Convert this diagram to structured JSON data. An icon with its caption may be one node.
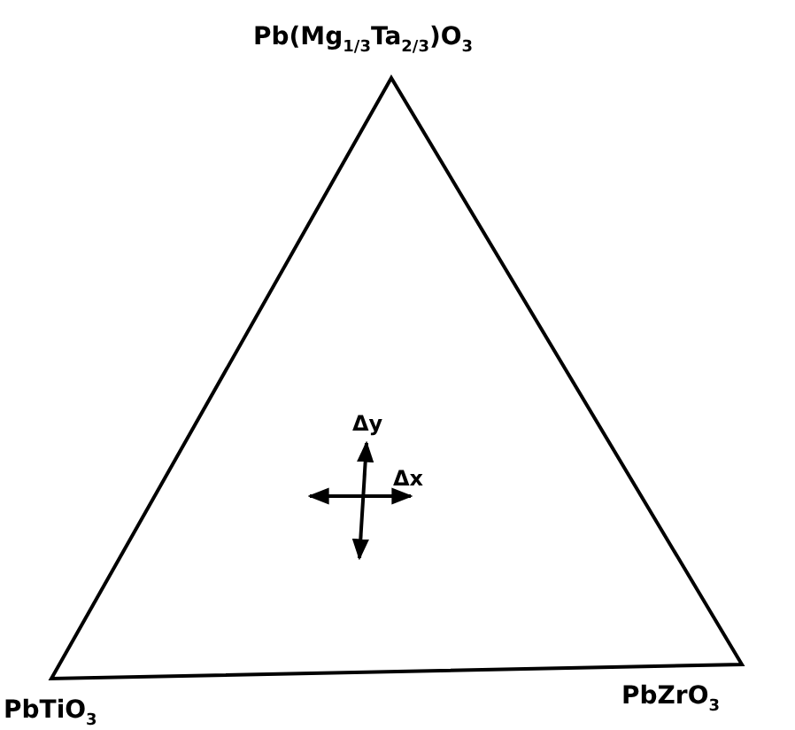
{
  "diagram": {
    "labels": [
      "Pb(Mg$_{1/3}$Ta$_{2/3}$)O$_{3}$",
      "Δy",
      "Δx",
      "PbTiO$_{3}$",
      "PbZrO$_{3}$"
    ]
  }
}
